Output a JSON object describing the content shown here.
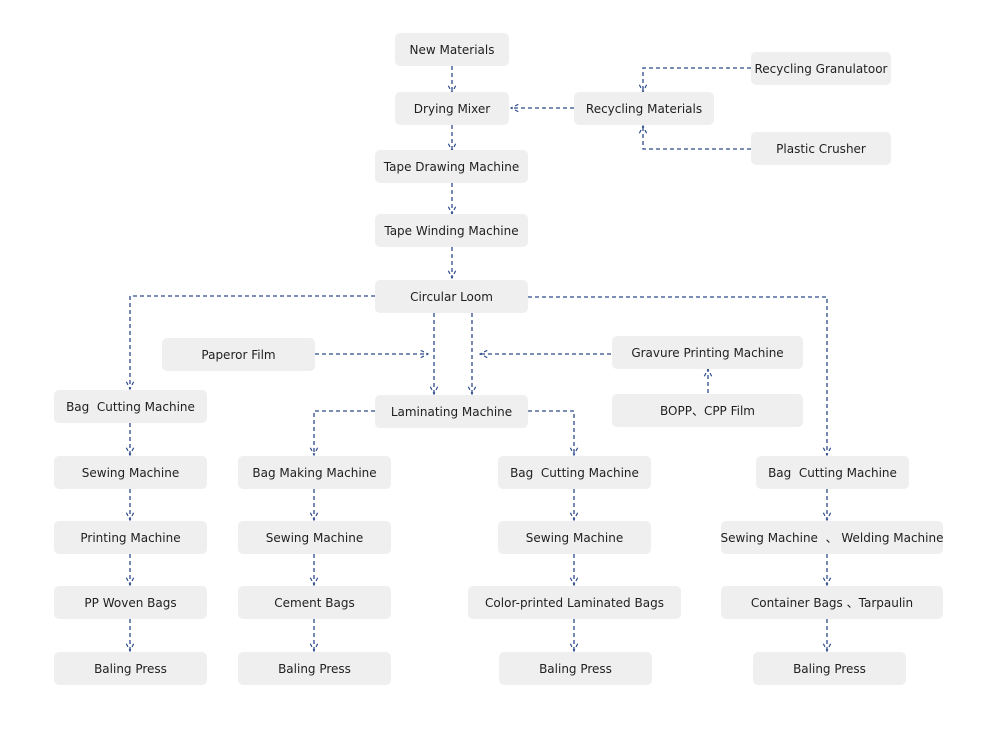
{
  "colors": {
    "node_fill": "#efefef",
    "edge": "#2c4a8a",
    "text": "#1f1f1f"
  },
  "nodes": {
    "new_materials": "New Materials",
    "drying_mixer": "Drying Mixer",
    "recycling_materials": "Recycling Materials",
    "recycling_granulatoor": "Recycling Granulatoor",
    "plastic_crusher": "Plastic Crusher",
    "tape_drawing": "Tape Drawing Machine",
    "tape_winding": "Tape Winding Machine",
    "circular_loom": "Circular Loom",
    "paper_film": "Paperor Film",
    "gravure_printing": "Gravure Printing Machine",
    "bopp_cpp": "BOPP、CPP Film",
    "laminating": "Laminating Machine",
    "bag_cutting_1": "Bag  Cutting Machine",
    "sewing_1": "Sewing Machine",
    "printing": "Printing Machine",
    "pp_woven_bags": "PP Woven Bags",
    "baling_1": "Baling Press",
    "bag_making": "Bag Making Machine",
    "sewing_2": "Sewing Machine",
    "cement_bags": "Cement Bags",
    "baling_2": "Baling Press",
    "bag_cutting_3": "Bag  Cutting Machine",
    "sewing_3": "Sewing Machine",
    "color_printed_bags": "Color-printed Laminated Bags",
    "baling_3": "Baling Press",
    "bag_cutting_4": "Bag  Cutting Machine",
    "sewing_welding": "Sewing Machine  、 Welding Machine",
    "container_bags": "Container Bags 、Tarpaulin",
    "baling_4": "Baling Press"
  }
}
